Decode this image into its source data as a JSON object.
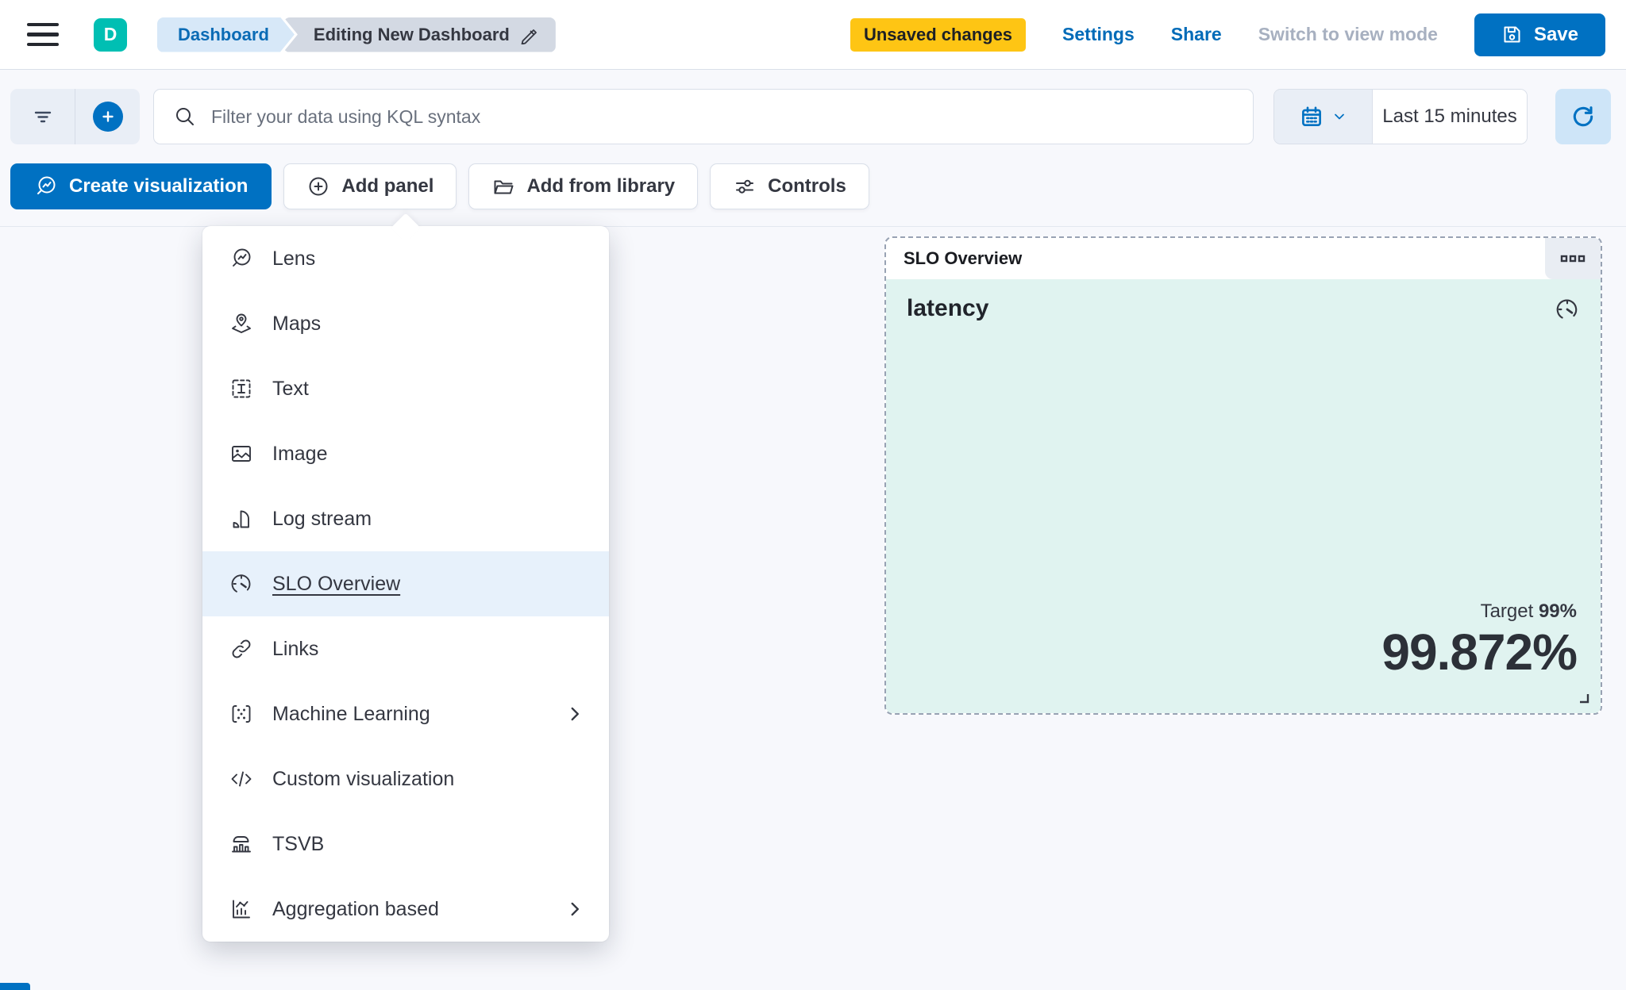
{
  "header": {
    "avatar_initial": "D",
    "breadcrumbs": [
      "Dashboard",
      "Editing New Dashboard"
    ],
    "unsaved_badge": "Unsaved changes",
    "settings_label": "Settings",
    "share_label": "Share",
    "switch_view_label": "Switch to view mode",
    "save_label": "Save"
  },
  "filter_bar": {
    "search_placeholder": "Filter your data using KQL syntax",
    "time_range": "Last 15 minutes"
  },
  "toolbar": {
    "create_visualization_label": "Create visualization",
    "add_panel_label": "Add panel",
    "add_from_library_label": "Add from library",
    "controls_label": "Controls"
  },
  "add_panel_menu": {
    "items": [
      {
        "label": "Lens",
        "icon": "lens-icon"
      },
      {
        "label": "Maps",
        "icon": "maps-icon"
      },
      {
        "label": "Text",
        "icon": "text-icon"
      },
      {
        "label": "Image",
        "icon": "image-icon"
      },
      {
        "label": "Log stream",
        "icon": "log-stream-icon"
      },
      {
        "label": "SLO Overview",
        "icon": "gauge-icon",
        "selected": true
      },
      {
        "label": "Links",
        "icon": "link-icon"
      },
      {
        "label": "Machine Learning",
        "icon": "machine-learning-icon",
        "has_submenu": true
      },
      {
        "label": "Custom visualization",
        "icon": "code-icon"
      },
      {
        "label": "TSVB",
        "icon": "tsvb-icon"
      },
      {
        "label": "Aggregation based",
        "icon": "aggregation-icon",
        "has_submenu": true
      }
    ]
  },
  "slo_panel": {
    "header_title": "SLO Overview",
    "metric_title": "latency",
    "target_label": "Target",
    "target_value": "99%",
    "value": "99.872%"
  },
  "colors": {
    "primary_blue": "#0071C2",
    "badge_yellow": "#FEC514",
    "avatar_teal": "#00BFB3",
    "panel_mint": "#E0F3F0",
    "menu_highlight_blue": "#E7F1FB",
    "dashed_border_gray": "#98A2B3"
  }
}
